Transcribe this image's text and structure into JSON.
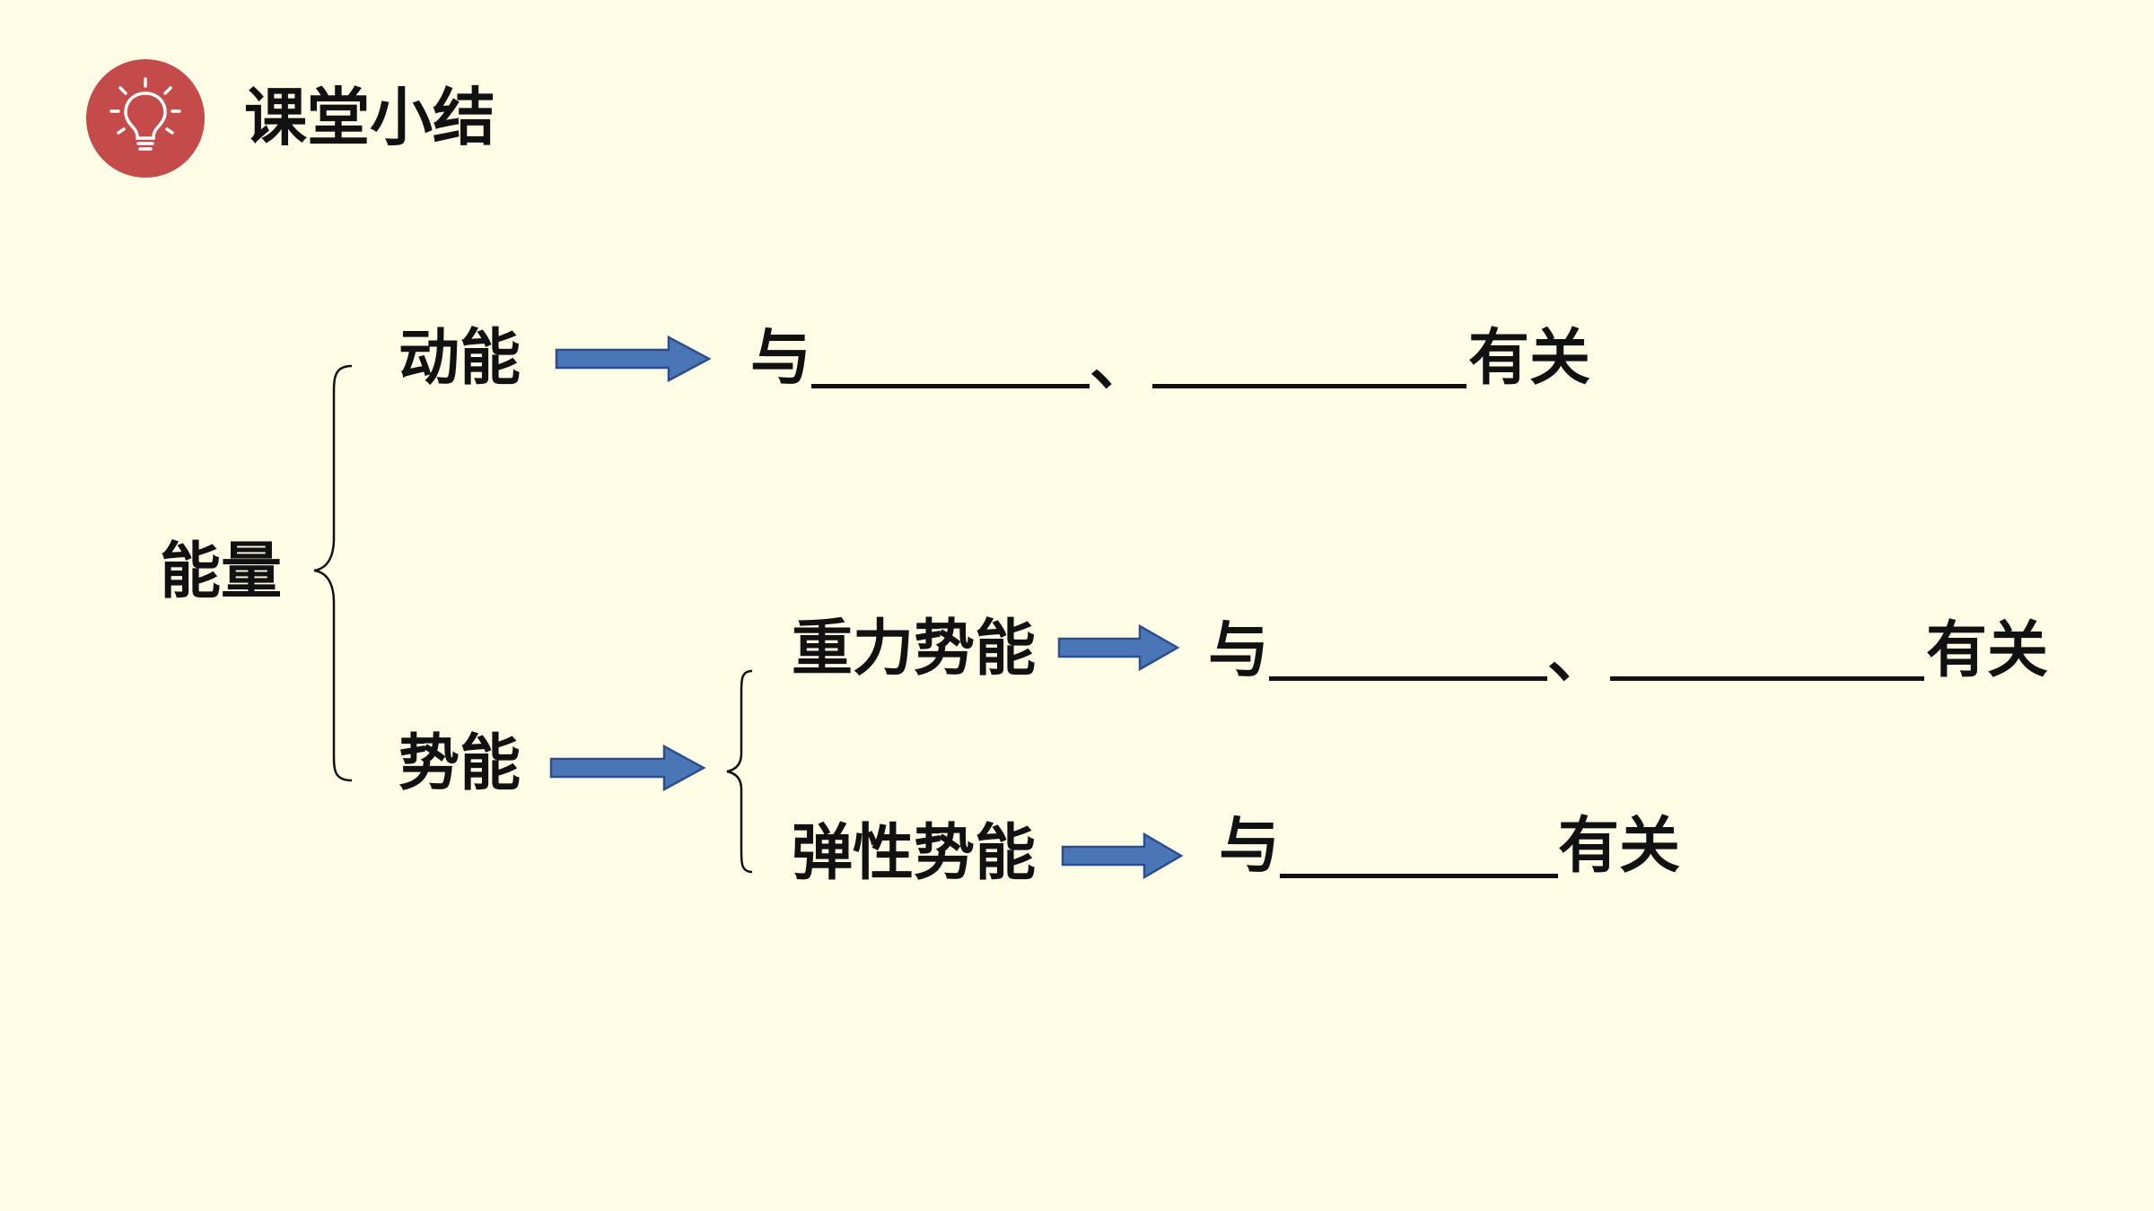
{
  "header": {
    "title": "课堂小结",
    "icon": "lightbulb-icon"
  },
  "colors": {
    "background": "#fffde6",
    "badge": "#c54a4a",
    "arrow_fill": "#4a76b8",
    "arrow_stroke": "#2b4f8c",
    "text": "#111111"
  },
  "root": {
    "label": "能量"
  },
  "kinetic": {
    "label": "动能",
    "prefix": "与",
    "separator": "、",
    "suffix": "有关"
  },
  "potential": {
    "label": "势能",
    "gravitational": {
      "label": "重力势能",
      "prefix": "与",
      "separator": "、",
      "suffix": "有关"
    },
    "elastic": {
      "label": "弹性势能",
      "prefix": "与",
      "suffix": "有关"
    }
  }
}
